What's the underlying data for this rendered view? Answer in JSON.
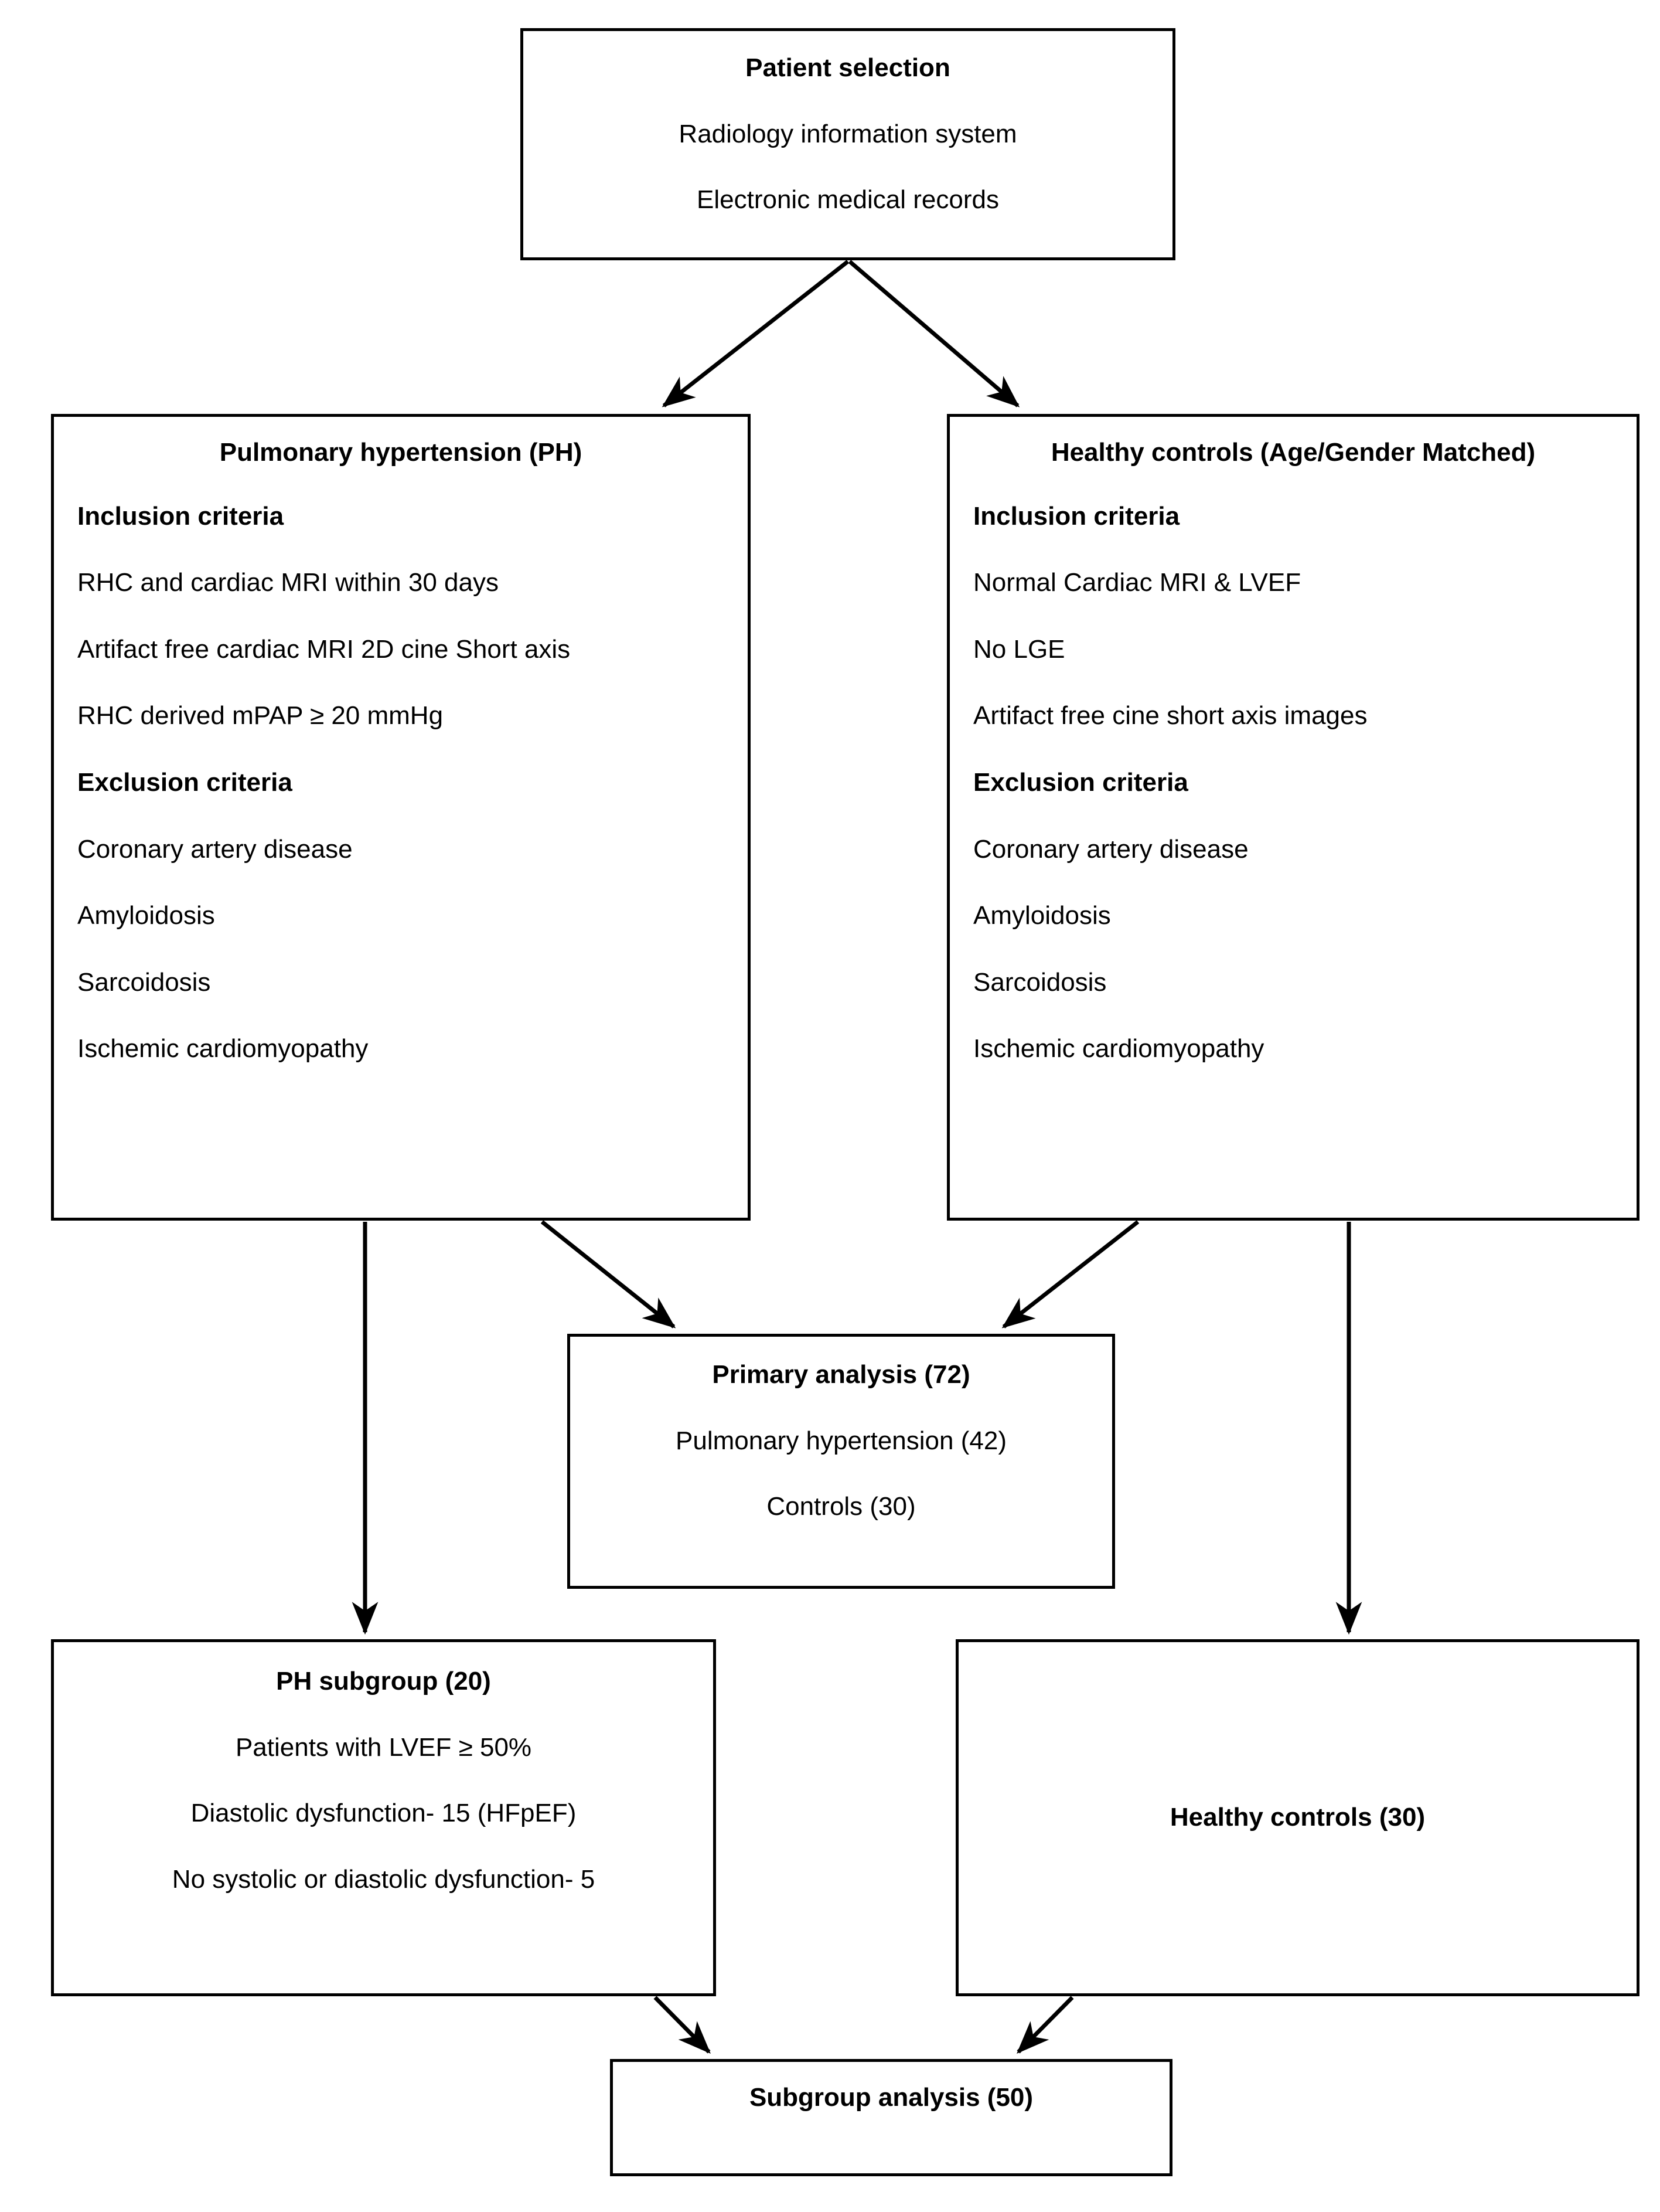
{
  "diagram": {
    "title": "Study flow diagram",
    "colors": {
      "stroke": "#000000",
      "background": "#ffffff",
      "text": "#000000"
    },
    "nodes": {
      "patient_selection": {
        "lines": [
          {
            "text": "Patient selection",
            "bold": true
          },
          {
            "text": "Radiology information system",
            "bold": false
          },
          {
            "text": "Electronic medical records",
            "bold": false
          }
        ]
      },
      "pulmonary_hypertension": {
        "lines": [
          {
            "text": "Pulmonary hypertension (PH)",
            "bold": true,
            "align": "center"
          },
          {
            "text": "Inclusion criteria",
            "bold": true,
            "align": "left"
          },
          {
            "text": "RHC and cardiac MRI within 30 days",
            "bold": false,
            "align": "left"
          },
          {
            "text": "Artifact free cardiac MRI 2D cine Short axis",
            "bold": false,
            "align": "left"
          },
          {
            "text": "RHC derived mPAP ≥ 20 mmHg",
            "bold": false,
            "align": "left"
          },
          {
            "text": "Exclusion criteria",
            "bold": true,
            "align": "left"
          },
          {
            "text": "Coronary artery disease",
            "bold": false,
            "align": "left"
          },
          {
            "text": "Amyloidosis",
            "bold": false,
            "align": "left"
          },
          {
            "text": "Sarcoidosis",
            "bold": false,
            "align": "left"
          },
          {
            "text": "Ischemic cardiomyopathy",
            "bold": false,
            "align": "left"
          }
        ]
      },
      "healthy_controls": {
        "lines": [
          {
            "text": "Healthy controls (Age/Gender Matched)",
            "bold": true,
            "align": "center"
          },
          {
            "text": "Inclusion criteria",
            "bold": true,
            "align": "left"
          },
          {
            "text": "Normal Cardiac MRI & LVEF",
            "bold": false,
            "align": "left"
          },
          {
            "text": "No LGE",
            "bold": false,
            "align": "left"
          },
          {
            "text": "Artifact free cine short axis images",
            "bold": false,
            "align": "left"
          },
          {
            "text": "Exclusion criteria",
            "bold": true,
            "align": "left"
          },
          {
            "text": "Coronary artery disease",
            "bold": false,
            "align": "left"
          },
          {
            "text": "Amyloidosis",
            "bold": false,
            "align": "left"
          },
          {
            "text": "Sarcoidosis",
            "bold": false,
            "align": "left"
          },
          {
            "text": "Ischemic cardiomyopathy",
            "bold": false,
            "align": "left"
          }
        ]
      },
      "primary_analysis": {
        "lines": [
          {
            "text": "Primary analysis (72)",
            "bold": true
          },
          {
            "text": "Pulmonary hypertension (42)",
            "bold": false
          },
          {
            "text": "Controls (30)",
            "bold": false
          }
        ]
      },
      "ph_subgroup": {
        "lines": [
          {
            "text": "PH subgroup (20)",
            "bold": true
          },
          {
            "text": "Patients with LVEF ≥ 50%",
            "bold": false
          },
          {
            "text": "Diastolic dysfunction- 15 (HFpEF)",
            "bold": false
          },
          {
            "text": "No systolic or diastolic dysfunction- 5",
            "bold": false
          }
        ]
      },
      "healthy_controls_30": {
        "lines": [
          {
            "text": "Healthy controls (30)",
            "bold": true
          }
        ]
      },
      "subgroup_analysis": {
        "lines": [
          {
            "text": "Subgroup analysis (50)",
            "bold": true
          }
        ]
      }
    },
    "edges": [
      {
        "from": "patient_selection",
        "to": "pulmonary_hypertension",
        "style": "arrow"
      },
      {
        "from": "patient_selection",
        "to": "healthy_controls",
        "style": "arrow"
      },
      {
        "from": "pulmonary_hypertension",
        "to": "primary_analysis",
        "style": "arrow"
      },
      {
        "from": "healthy_controls",
        "to": "primary_analysis",
        "style": "arrow"
      },
      {
        "from": "pulmonary_hypertension",
        "to": "ph_subgroup",
        "style": "arrow"
      },
      {
        "from": "healthy_controls",
        "to": "healthy_controls_30",
        "style": "arrow"
      },
      {
        "from": "ph_subgroup",
        "to": "subgroup_analysis",
        "style": "arrow"
      },
      {
        "from": "healthy_controls_30",
        "to": "subgroup_analysis",
        "style": "arrow"
      }
    ]
  }
}
